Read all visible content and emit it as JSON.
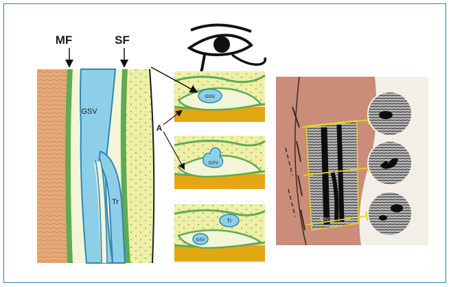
{
  "labels": {
    "mf": "MF",
    "sf": "SF",
    "gsv": "GSV",
    "tr": "Tr",
    "a": "A",
    "panel1_gsv": "GSV",
    "panel2_gsv": "GSV",
    "panel3_tr": "Tr",
    "panel3_gsv": "GSV",
    "photo_gsv": "GSV"
  },
  "icons": [
    "eye-icon"
  ],
  "colors": {
    "frame": "#2e7fa6",
    "vein_blue": "#8ecfe8",
    "muscle_tan": "#e6a97a",
    "fascia_green": "#5faa52",
    "fat_yellow": "#eef0a8",
    "deep_orange": "#e2a713",
    "arrow_yellow": "#e8d41a"
  }
}
